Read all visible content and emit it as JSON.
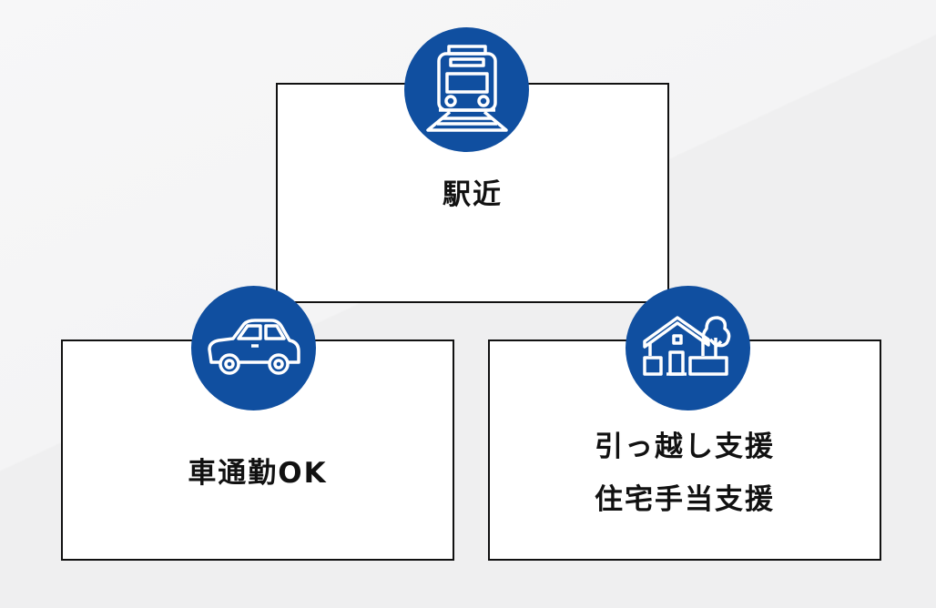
{
  "colors": {
    "accent": "#104fa0",
    "border": "#111111"
  },
  "cards": [
    {
      "icon": "train-icon",
      "label": "駅近"
    },
    {
      "icon": "car-icon",
      "label": "車通勤OK"
    },
    {
      "icon": "house-icon",
      "lines": [
        "引っ越し支援",
        "住宅手当支援"
      ]
    }
  ]
}
